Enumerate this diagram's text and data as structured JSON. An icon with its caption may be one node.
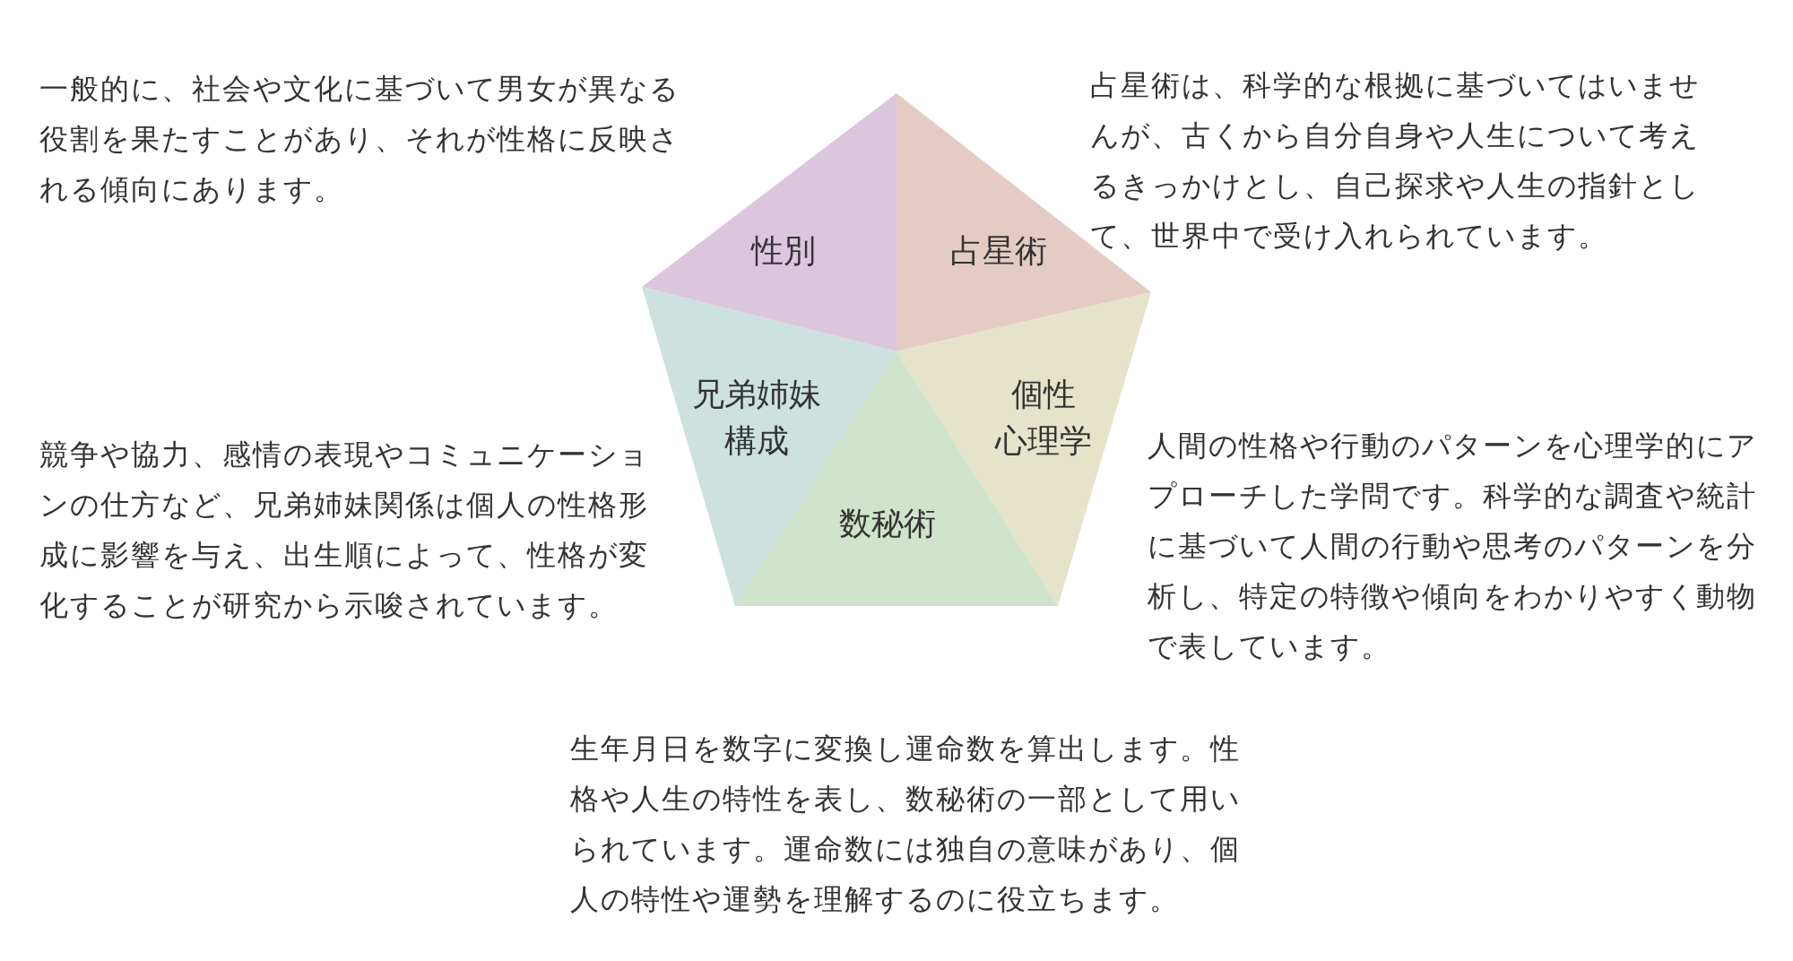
{
  "diagram": {
    "nodes": [
      {
        "text": [
          "性別"
        ],
        "beside": [
          "一般的に、社会や文化に基づいて男女が異なる役割を果たすことがあり、それが性格に反映される傾向にあります。"
        ]
      },
      {
        "text": [
          "占星術"
        ],
        "beside": [
          "占星術は、科学的な根拠に基づいてはいませんが、古くから自分自身や人生について考えるきっかけとし、自己探求や人生の指針として、世界中で受け入れられています。"
        ]
      },
      {
        "text": [
          "兄弟姉妹構成"
        ],
        "beside": [
          "競争や協力、感情の表現やコミュニケーションの仕方など、兄弟姉妹関係は個人の性格形成に影響を与え、出生順によって、性格が変化することが研究から示唆されています。"
        ]
      },
      {
        "text": [
          "個性心理学"
        ],
        "beside": [
          "人間の性格や行動のパターンを心理学的にアプローチした学問です。科学的な調査や統計に基づいて人間の行動や思考のパターンを分析し、特定の特徴や傾向をわかりやすく動物で表しています。"
        ]
      },
      {
        "text": [
          "数秘術"
        ]
      }
    ],
    "edges": [],
    "labels": [
      "生年月日を数字に変換し運命数を算出します。性格や人生の特性を表し、数秘術の一部として用いられています。運命数には独自の意味があり、個人の特性や運勢を理解するのに役立ちます。"
    ]
  }
}
